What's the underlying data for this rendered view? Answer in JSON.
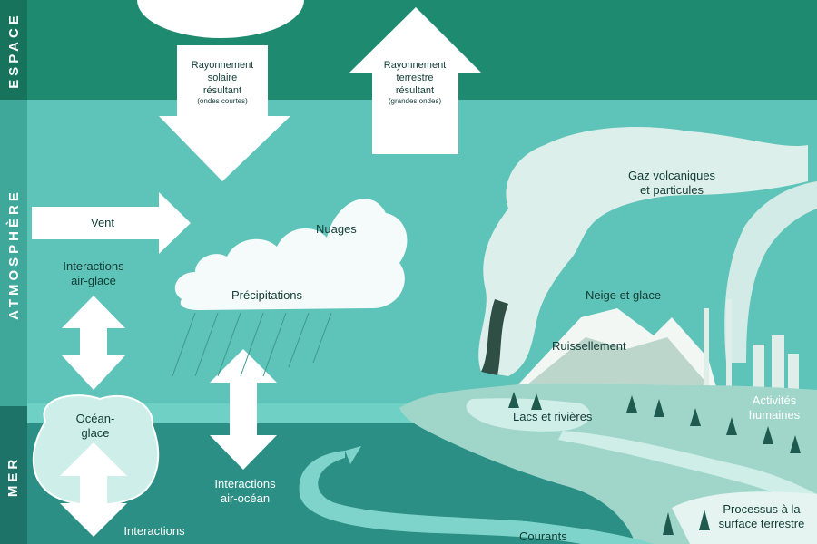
{
  "zones": {
    "space": "ESPACE",
    "atmosphere": "ATMOSPHÈRE",
    "sea": "MER"
  },
  "labels": {
    "solar_radiation_line1": "Rayonnement",
    "solar_radiation_line2": "solaire",
    "solar_radiation_line3": "résultant",
    "solar_radiation_note": "(ondes courtes)",
    "terrestrial_radiation_line1": "Rayonnement",
    "terrestrial_radiation_line2": "terrestre",
    "terrestrial_radiation_line3": "résultant",
    "terrestrial_radiation_note": "(grandes ondes)",
    "wind": "Vent",
    "clouds": "Nuages",
    "precipitation": "Précipitations",
    "air_ice_line1": "Interactions",
    "air_ice_line2": "air-glace",
    "ocean_ice_line1": "Océan-",
    "ocean_ice_line2": "glace",
    "air_ocean_line1": "Interactions",
    "air_ocean_line2": "air-océan",
    "ice_ocean_line1": "Interactions",
    "volcanic_line1": "Gaz volcaniques",
    "volcanic_line2": "et particules",
    "snow_ice": "Neige et glace",
    "runoff": "Ruissellement",
    "lakes_rivers": "Lacs et rivières",
    "human_line1": "Activités",
    "human_line2": "humaines",
    "land_line1": "Processus à la",
    "land_line2": "surface terrestre",
    "currents": "Courants"
  },
  "colors": {
    "space": "#1e8a6f",
    "atmosphere": "#5ec3b8",
    "sea": "#2b8f86",
    "arrow": "#ffffff"
  }
}
